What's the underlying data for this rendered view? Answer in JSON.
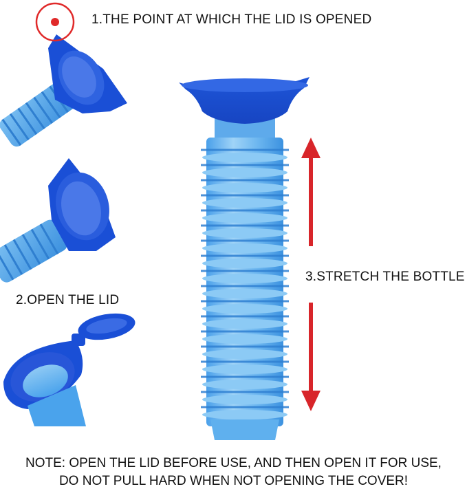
{
  "steps": {
    "step1": "1.THE POINT AT WHICH THE LID IS OPENED",
    "step2": "2.OPEN THE LID",
    "step3": "3.STRETCH THE BOTTLE"
  },
  "note": {
    "line1": "NOTE: OPEN THE LID BEFORE USE, AND THEN OPEN IT FOR USE,",
    "line2": "DO NOT PULL HARD WHEN NOT OPENING THE COVER!"
  },
  "colors": {
    "lid_blue": "#1a4fd6",
    "body_blue": "#4aa3ec",
    "arrow_red": "#d8252a",
    "marker_red": "#e02a2a"
  },
  "icons": {
    "marker": "red-dot-circle-icon",
    "arrow": "double-headed-vertical-arrow-icon"
  }
}
